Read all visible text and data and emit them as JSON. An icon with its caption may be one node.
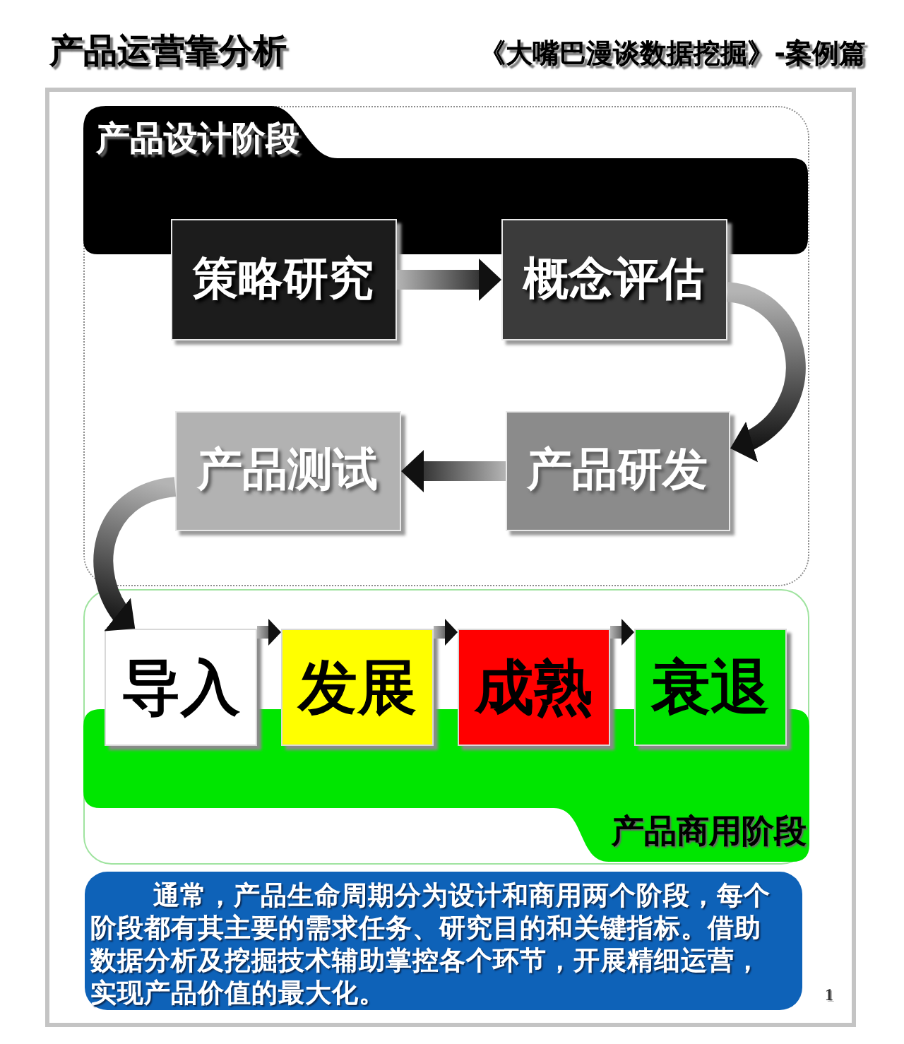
{
  "diagram": {
    "title": "产品运营靠分析",
    "nodes": [
      {
        "text": [
          "产品设计阶段"
        ]
      },
      {
        "text": [
          "策略研究"
        ],
        "in": 0
      },
      {
        "text": [
          "概念评估"
        ],
        "in": 0
      },
      {
        "text": [
          "产品研发"
        ],
        "in": 0
      },
      {
        "text": [
          "产品测试"
        ],
        "in": 0
      },
      {
        "text": [
          "产品商用阶段"
        ]
      },
      {
        "text": [
          "导入"
        ],
        "in": 5
      },
      {
        "text": [
          "发展"
        ],
        "in": 5
      },
      {
        "text": [
          "成熟"
        ],
        "in": 5
      },
      {
        "text": [
          "衰退"
        ],
        "in": 5
      },
      {
        "text": [
          "通常，产品生命周期分为设计和商用两个阶段，每个阶段都有其主要的需求任务、研究目的和关键指标。借助数据分析及挖掘技术辅助掌控各个环节，开展精细运营，实现产品价值的最大化。"
        ]
      }
    ],
    "edges": [
      {
        "from": 1,
        "to": 2,
        "arrow": "to"
      },
      {
        "from": 2,
        "to": 3,
        "arrow": "to"
      },
      {
        "from": 3,
        "to": 4,
        "arrow": "to"
      },
      {
        "from": 4,
        "to": 6,
        "arrow": "to"
      },
      {
        "from": 6,
        "to": 7,
        "arrow": "to"
      },
      {
        "from": 7,
        "to": 8,
        "arrow": "to"
      },
      {
        "from": 8,
        "to": 9,
        "arrow": "to"
      }
    ],
    "labels": [
      "《大嘴巴漫谈数据挖掘》-案例篇",
      "1"
    ]
  }
}
